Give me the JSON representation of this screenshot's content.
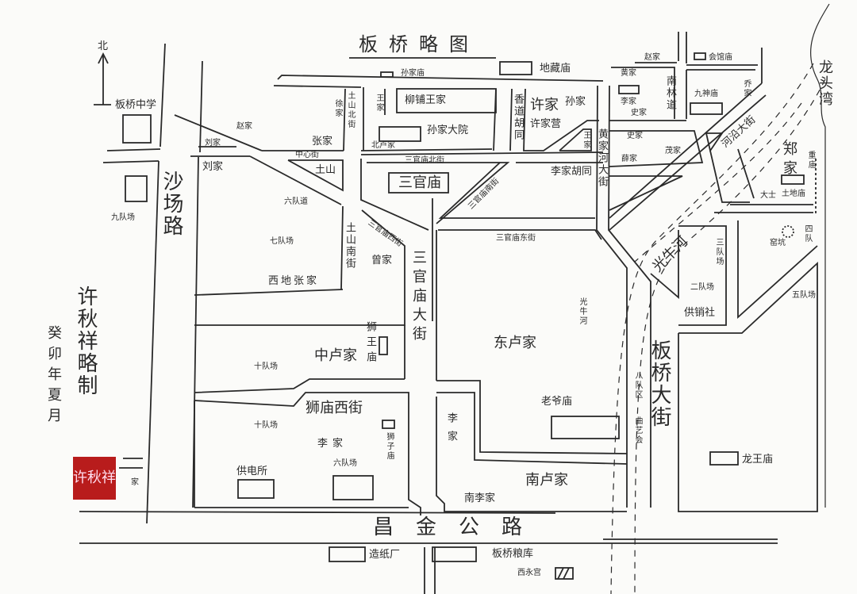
{
  "title": "板桥略图",
  "north": "北",
  "author": "许秋祥略制",
  "date": "癸卯年夏月",
  "seal": "许秋祥",
  "colors": {
    "ink": "#2a2a2a",
    "seal": "#b81c1c",
    "paper": "#fbfbf9"
  },
  "roads": {
    "shachang": "沙场路",
    "tushan_north": "土山北街",
    "tushan_south": "土山南街",
    "zhongxin": "中心街",
    "sanguan_north": "三官庙北街",
    "sanguan_west": "三官庙西街",
    "sanguan_east": "三官庙东街",
    "sanguan_main": "三官庙大街",
    "sanguan_diag": "三官庙南街",
    "xiangdao": "香道胡同",
    "lijia_hutong": "李家胡同",
    "huangjia": "黄家河大街",
    "nanlin": "南林道",
    "heyan": "河沿大街",
    "shimiao_west": "狮庙西街",
    "banqiao_main": "板桥大街",
    "changjin": "昌金公路",
    "guangniu": "光牛河",
    "guangniu2": "光牛河"
  },
  "places": {
    "school": "板桥中学",
    "jiudui": "九队场",
    "zhao": "赵家",
    "liu1": "刘家",
    "liu2": "刘家",
    "zhang": "张家",
    "tushan": "土山",
    "liudui_dao": "六队道",
    "qidui": "七队场",
    "xidi": "西地张家",
    "xu1": "徐家",
    "wang1": "王家",
    "sunmiao": "孙家庙",
    "liupu": "柳铺王家",
    "sun_yard": "孙家大院",
    "beilu": "北卢家",
    "sanguan": "三官庙",
    "zeng": "曾家",
    "dizang": "地藏庙",
    "xu2": "许家",
    "sun2": "孙家",
    "xuying": "许家营",
    "wang2": "王家",
    "huang": "黄家",
    "zhao2": "赵家",
    "huiguan": "会馆庙",
    "li1": "李家",
    "shi1": "史家",
    "jiushen": "九神庙",
    "qiao": "乔家",
    "shi2": "史家",
    "xue": "薛家",
    "mao": "茂家",
    "longtou": "龙头湾",
    "zheng": "郑家",
    "tudi": "土地庙",
    "dashi": "大士",
    "chongmiao": "重庙",
    "sandui": "三队场",
    "erdui": "二队场",
    "gongxiao": "供销社",
    "yaokeng": "窑坑",
    "sidui": "四队",
    "wudui": "五队场",
    "badui": "八队区",
    "quyi": "曲艺会",
    "donglu": "东卢家",
    "laoye": "老爷庙",
    "zhonglu": "中卢家",
    "shiwang": "狮王庙",
    "shidui1": "十队场",
    "shidui2": "十队场",
    "li2": "李家",
    "liudui": "六队场",
    "gongdian": "供电所",
    "shizi": "狮子庙",
    "li3": "李家",
    "nanli": "南李家",
    "nanlu": "南卢家",
    "longwang": "龙王庙",
    "zaozhi": "造纸厂",
    "liangku": "板桥粮库",
    "xiyong": "西永宫",
    "jia_seal": "家"
  }
}
